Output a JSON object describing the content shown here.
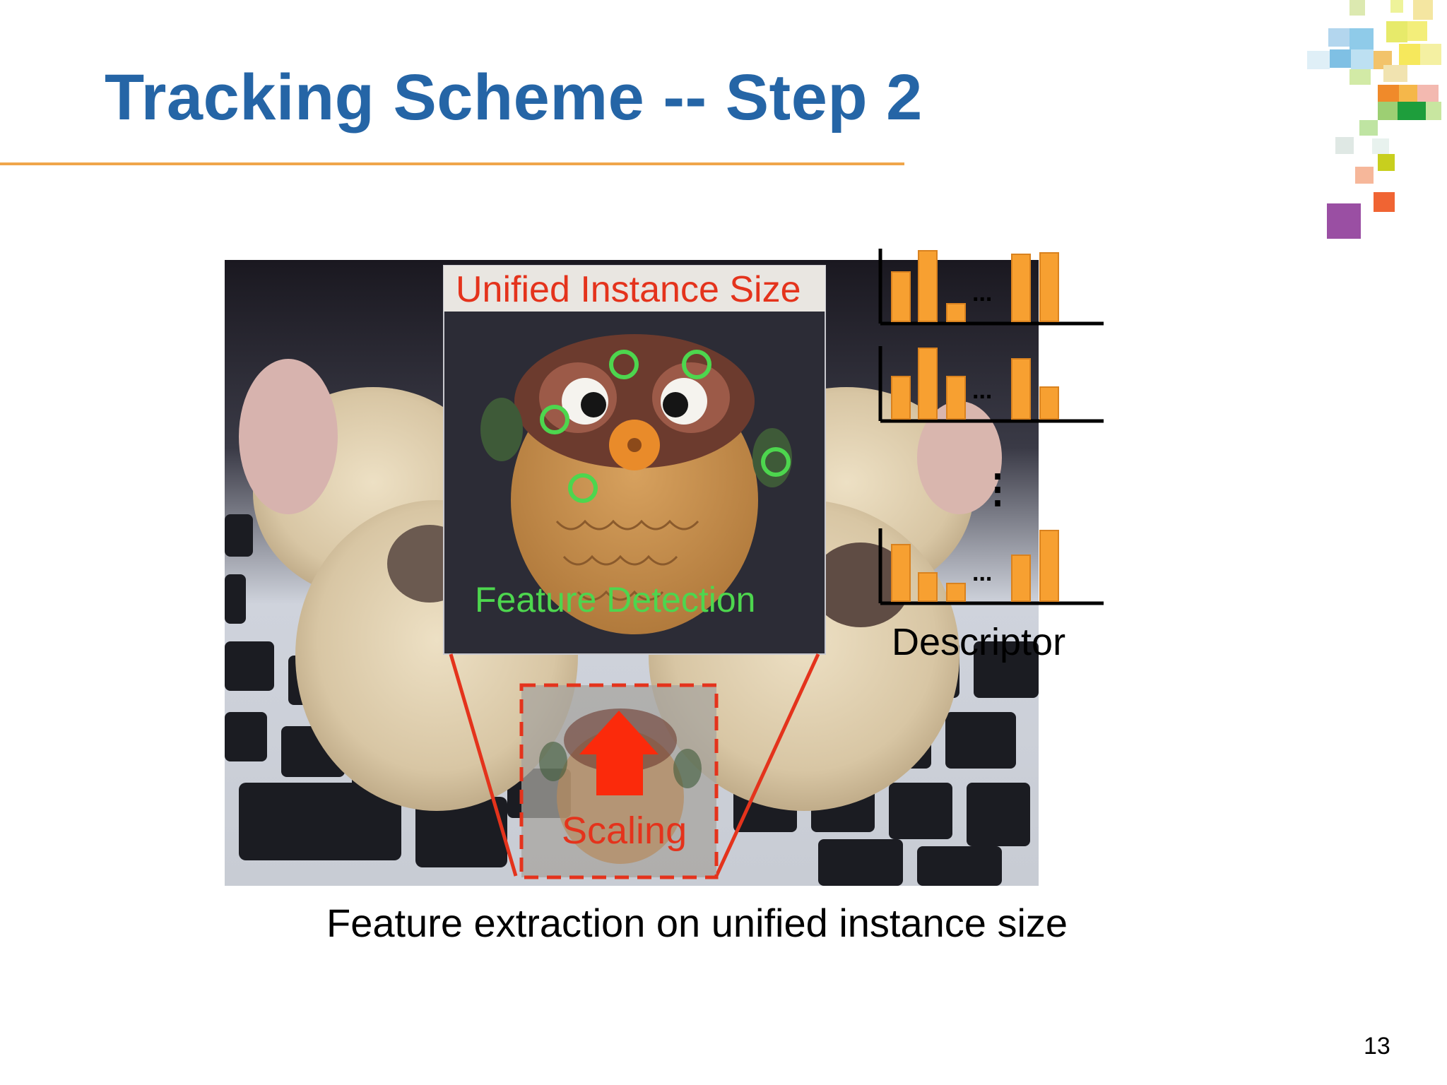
{
  "slide": {
    "title": "Tracking Scheme -- Step 2",
    "inset_label": "Unified Instance Size",
    "feature_label": "Feature Detection",
    "scaling_label": "Scaling",
    "descriptor_label": "Descriptor",
    "ellipsis": "...",
    "vertical_ellipsis": "⋮",
    "caption": "Feature extraction on unified instance size",
    "page_number": "13"
  },
  "colors": {
    "title": "#2565a6",
    "accent_rule": "#f0a64a",
    "red_annotation": "#e4331c",
    "green_annotation": "#4dd64e",
    "histogram_bar": "#f7a031"
  },
  "descriptors": [
    {
      "bars": [
        0.7,
        1.0,
        0.25,
        0.95,
        0.97
      ]
    },
    {
      "bars": [
        0.6,
        1.0,
        0.6,
        0.85,
        0.45
      ]
    },
    {
      "bars": [
        0.8,
        0.4,
        0.25,
        0.65,
        1.0
      ]
    }
  ]
}
